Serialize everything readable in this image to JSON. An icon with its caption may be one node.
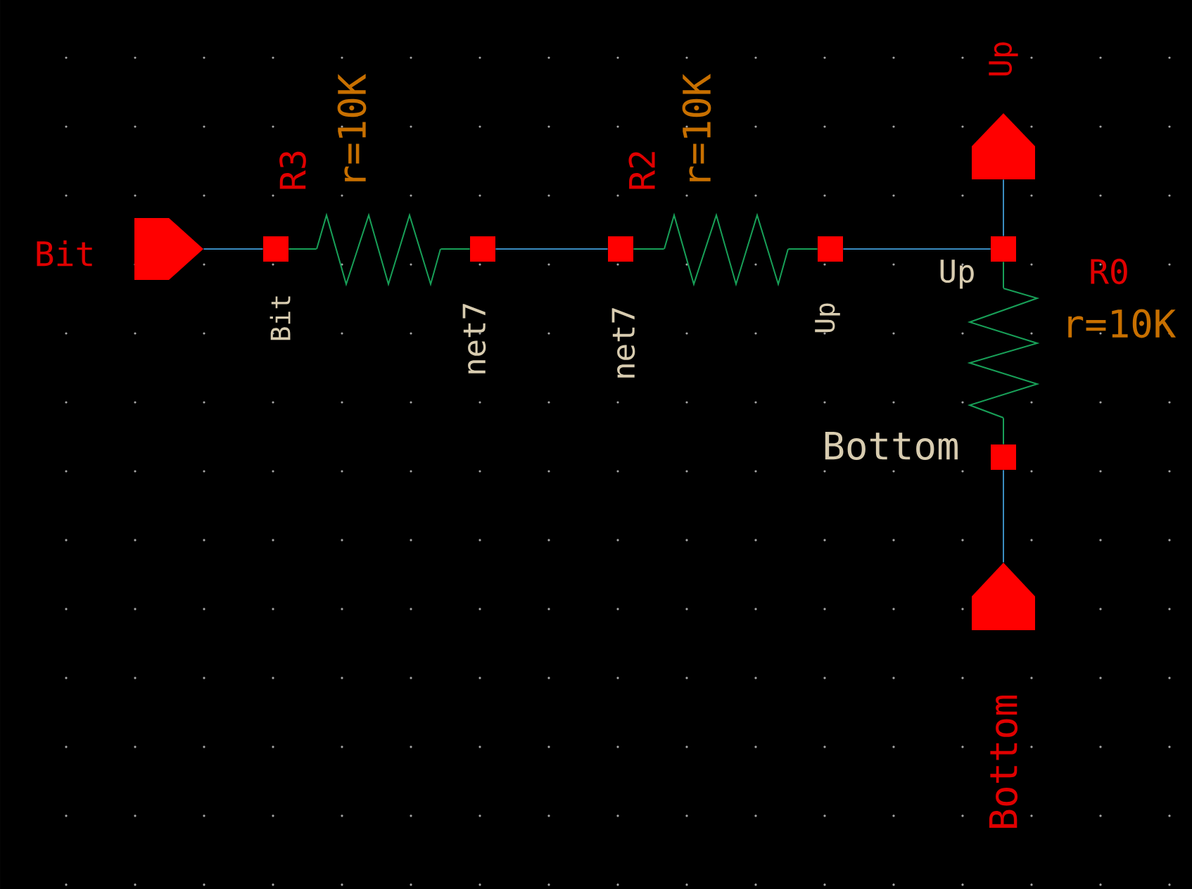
{
  "diagram": {
    "nodes": [
      {
        "text": [],
        "shape": "pentagon",
        "beside": [
          "Bit"
        ]
      },
      {
        "text": [],
        "shape": "box",
        "beside": [
          "Bit"
        ]
      },
      {
        "text": [],
        "shape": "resistor",
        "beside": [
          "R3",
          "r=10K"
        ]
      },
      {
        "text": [],
        "shape": "box",
        "beside": [
          "net7"
        ]
      },
      {
        "text": [],
        "shape": "box",
        "beside": [
          "net7"
        ]
      },
      {
        "text": [],
        "shape": "resistor",
        "beside": [
          "R2",
          "r=10K"
        ]
      },
      {
        "text": [],
        "shape": "box",
        "beside": [
          "Up"
        ]
      },
      {
        "text": [],
        "shape": "box"
      },
      {
        "text": [],
        "shape": "resistor",
        "beside": [
          "R0",
          "r=10K"
        ]
      },
      {
        "text": [],
        "shape": "box",
        "beside": [
          "Bottom"
        ]
      },
      {
        "text": [],
        "shape": "pentagon",
        "beside": [
          "Up"
        ]
      },
      {
        "text": [],
        "shape": "pentagon",
        "beside": [
          "Bottom"
        ]
      }
    ],
    "edges": [
      {
        "from": 0,
        "to": 1,
        "arrow": "none",
        "color": "#3a8cc0"
      },
      {
        "from": 1,
        "to": 2,
        "arrow": "none"
      },
      {
        "from": 2,
        "to": 3,
        "arrow": "none"
      },
      {
        "from": 3,
        "to": 4,
        "arrow": "none",
        "color": "#3a8cc0"
      },
      {
        "from": 4,
        "to": 5,
        "arrow": "none"
      },
      {
        "from": 5,
        "to": 6,
        "arrow": "none"
      },
      {
        "from": 6,
        "to": 7,
        "arrow": "none",
        "color": "#3a8cc0"
      },
      {
        "from": 7,
        "to": 10,
        "arrow": "none",
        "color": "#3a8cc0"
      },
      {
        "from": 7,
        "to": 8,
        "arrow": "none"
      },
      {
        "from": 8,
        "to": 9,
        "arrow": "none"
      },
      {
        "from": 9,
        "to": 11,
        "arrow": "none",
        "color": "#3a8cc0"
      }
    ],
    "labels": [
      "Up"
    ]
  }
}
